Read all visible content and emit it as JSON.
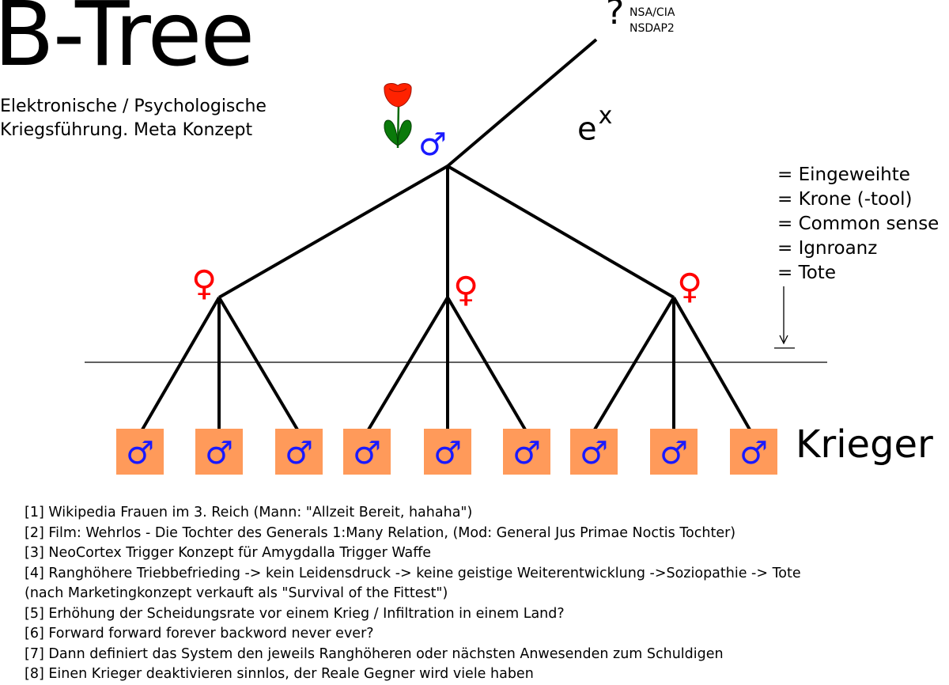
{
  "title": "B-Tree",
  "subtitle": {
    "line1": "Elektronische / Psychologische",
    "line2": "Kriegsführung. Meta Konzept"
  },
  "top": {
    "question_mark": "?",
    "tags": [
      "NSA/CIA",
      "NSDAP2"
    ]
  },
  "exponent": {
    "base": "e",
    "power": "x"
  },
  "legend": [
    "= Eingeweihte",
    "= Krone (-tool)",
    "= Common sense",
    "= Ignroanz",
    "= Tote"
  ],
  "symbols": {
    "male": "♂",
    "female": "♀"
  },
  "leaf_label": "Krieger",
  "leaf_count": 9,
  "colors": {
    "male": "#1a1aff",
    "female": "#ff0000",
    "leaf_box": "#ff9a5a",
    "rose_petal": "#ff2200",
    "rose_leaf": "#0a7a0a"
  },
  "icons": [
    "rose-flower-icon"
  ],
  "references": [
    "[1] Wikipedia Frauen im 3. Reich (Mann: \"Allzeit Bereit, hahaha\")",
    "[2] Film: Wehrlos - Die Tochter des Generals 1:Many Relation, (Mod: General Jus Primae Noctis Tochter)",
    "[3] NeoCortex Trigger Konzept für Amygdalla Trigger Waffe",
    "[4] Ranghöhere Triebbefrieding -> kein Leidensdruck -> keine geistige Weiterentwicklung ->Soziopathie -> Tote",
    "(nach Marketingkonzept verkauft als \"Survival of the Fittest\")",
    "[5] Erhöhung der Scheidungsrate vor einem Krieg / Infiltration in einem Land?",
    "[6] Forward forward forever backword never ever?",
    "[7] Dann definiert das System den jeweils Ranghöheren oder nächsten Anwesenden zum Schuldigen",
    "[8] Einen Krieger deaktivieren sinnlos, der Reale Gegner wird viele haben"
  ]
}
